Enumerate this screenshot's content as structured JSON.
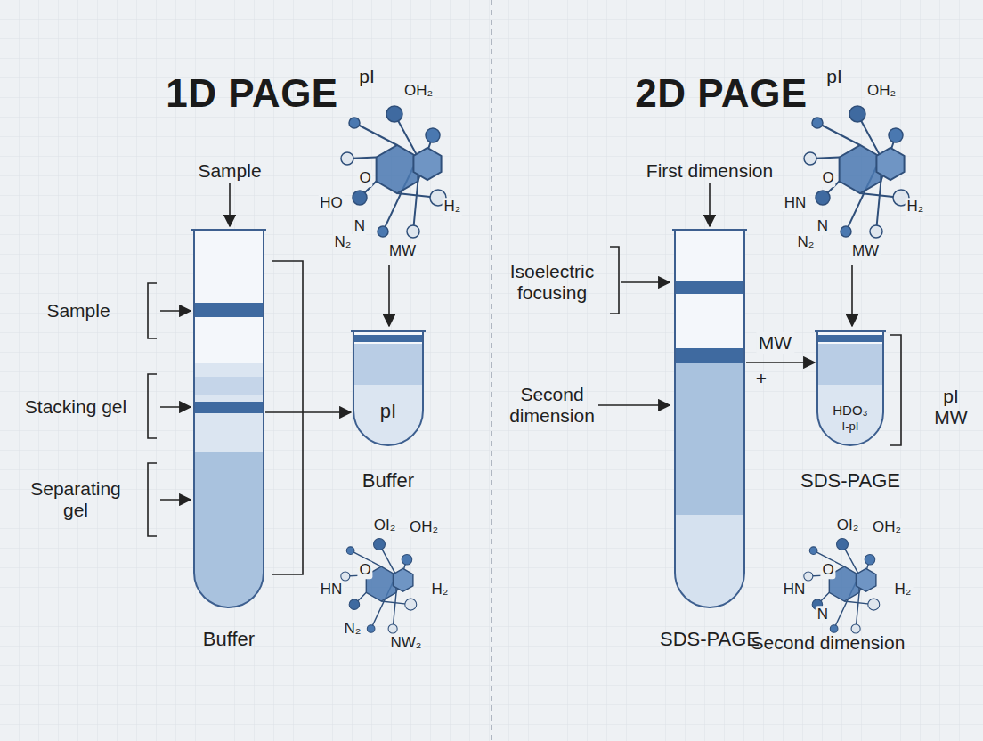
{
  "diagram": {
    "nodes": [
      {
        "text": [
          "Buffer"
        ]
      },
      {
        "text": [
          "pI",
          "Buffer"
        ]
      },
      {
        "text": [
          "SDS-PAGE"
        ]
      },
      {
        "text": [
          "HDO₃",
          "I-pI",
          "SDS-PAGE"
        ]
      }
    ],
    "edges": [
      {
        "from": 0,
        "to": 1,
        "arrow": "to"
      },
      {
        "from": 2,
        "to": 3,
        "label": "MW",
        "arrow": "to"
      }
    ],
    "labels": [
      "1D PAGE",
      "2D PAGE",
      "Sample",
      "pI",
      "OH₂",
      "HO",
      "O",
      "N",
      "H₂",
      "N₂",
      "MW",
      "Sample",
      "Stacking gel",
      "Separating gel",
      "OI₂",
      "OH₂",
      "HN",
      "O",
      "H₂",
      "N₂",
      "NW₂",
      "First dimension",
      "pI",
      "OH₂",
      "HN",
      "O",
      "N",
      "H₂",
      "N₂",
      "MW",
      "Isoelectric focusing",
      "Second dimension",
      "+",
      "pI",
      "MW",
      "OI₂",
      "OH₂",
      "HN",
      "O",
      "H₂",
      "N",
      "Second dimension"
    ]
  }
}
